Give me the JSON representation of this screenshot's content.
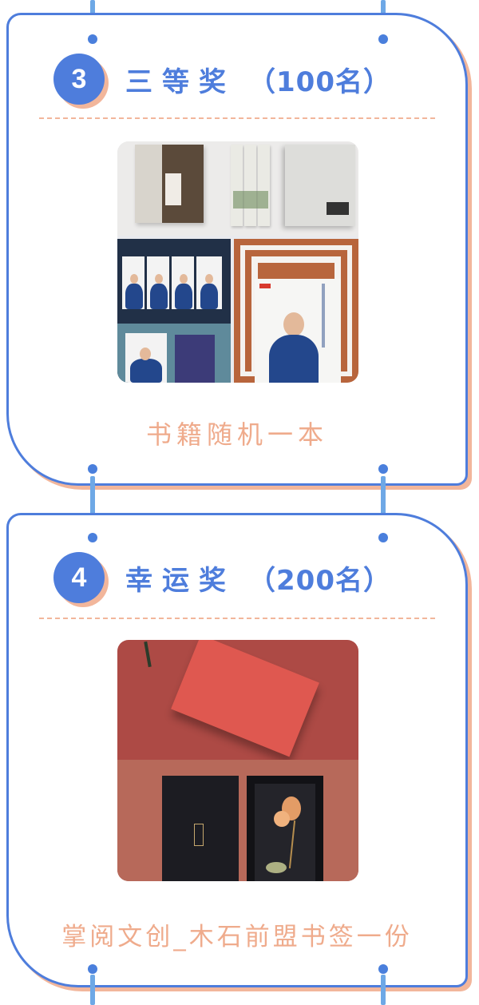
{
  "prizes": [
    {
      "rank": "3",
      "title": "三等奖",
      "count": "（100名）",
      "image_alt": "书籍随机一本（图书合集照片）",
      "prize_name": "书籍随机一本"
    },
    {
      "rank": "4",
      "title": "幸运奖",
      "count": "（200名）",
      "image_alt": "掌阅文创_木石前盟书签礼盒照片",
      "prize_name": "掌阅文创_木石前盟书签一份"
    }
  ],
  "colors": {
    "primary_blue": "#4e7ddc",
    "connector_blue": "#6ea8e6",
    "accent_peach": "#f2b69b",
    "prize_text": "#efab8c"
  }
}
